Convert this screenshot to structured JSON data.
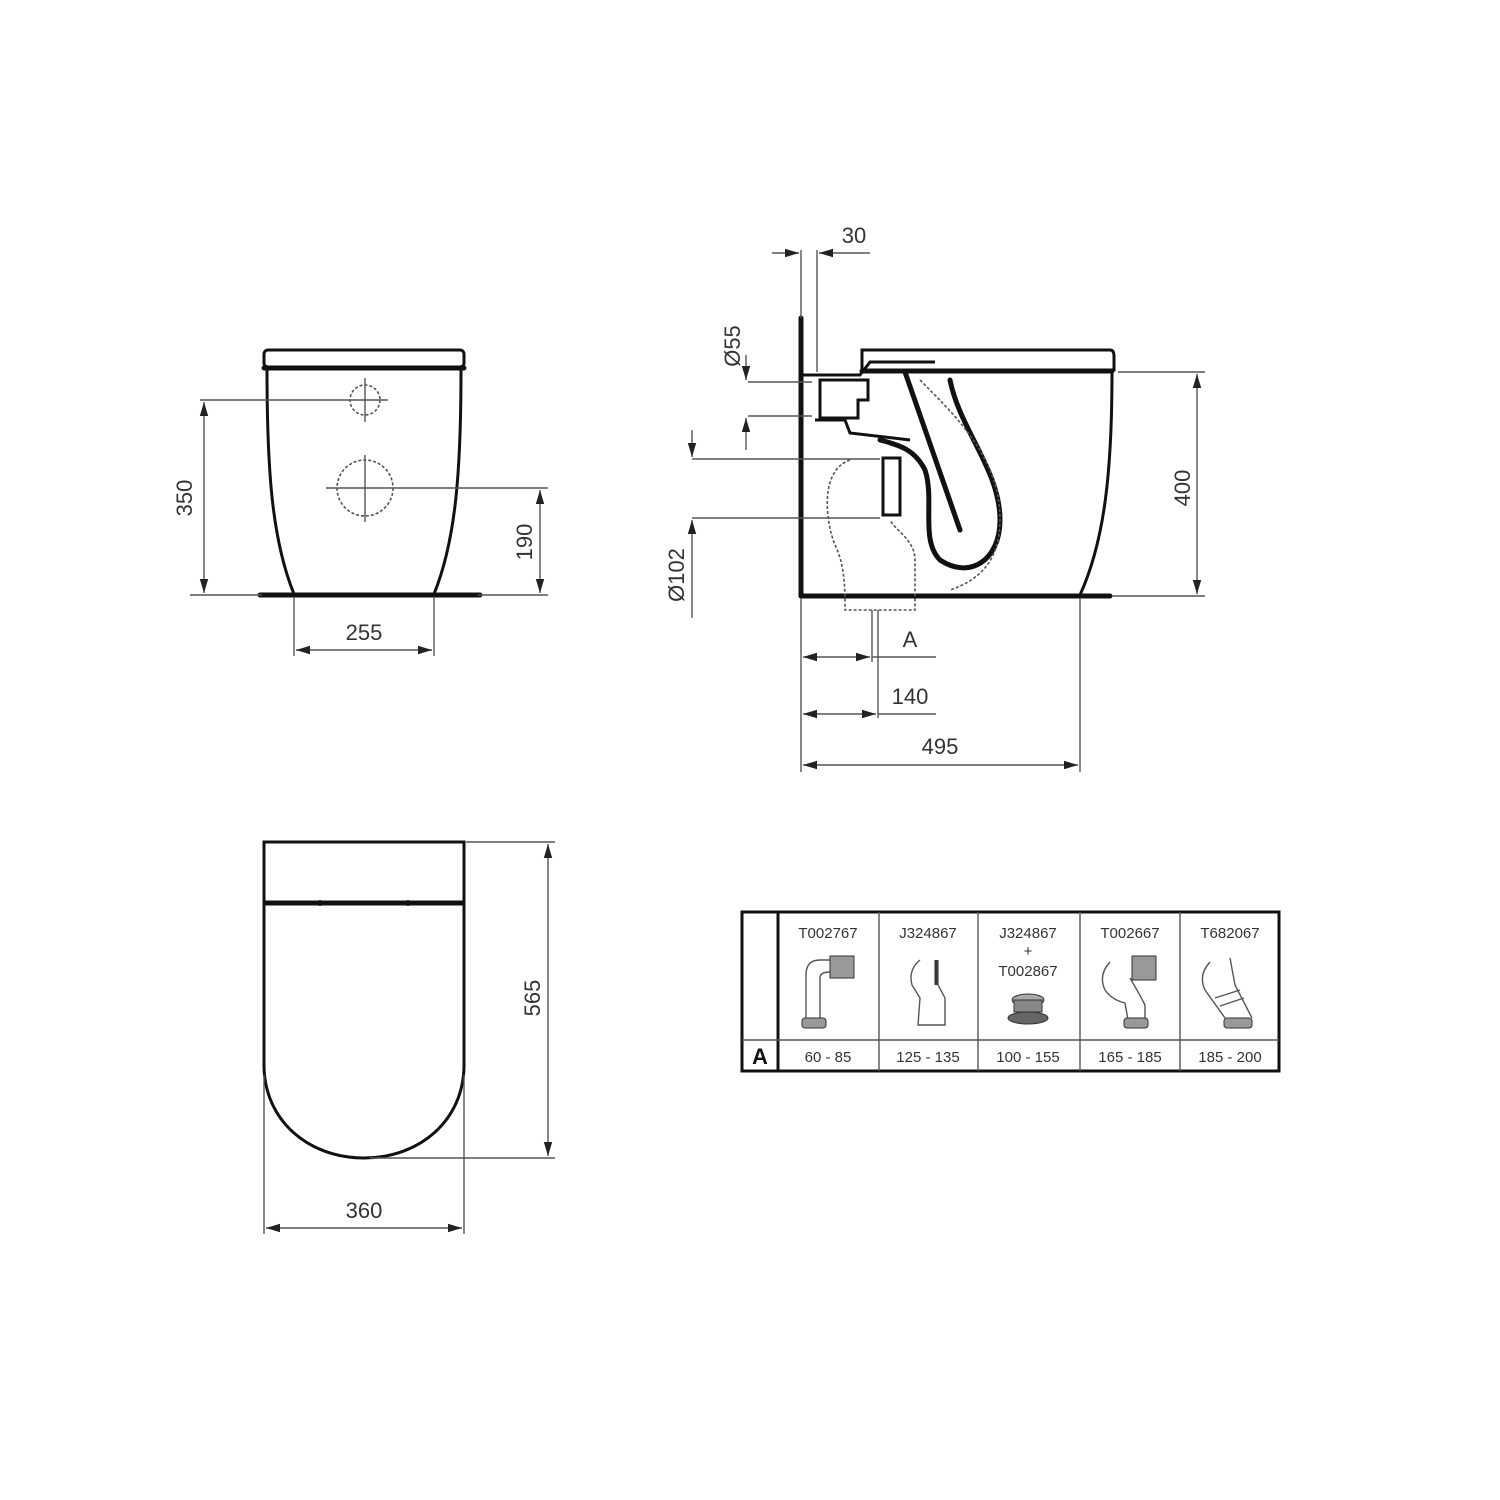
{
  "drawing": {
    "subject": "Back-to-wall toilet technical drawing",
    "units": "mm",
    "views": {
      "rear_view": {
        "dimensions": {
          "inlet_height": "350",
          "outlet_height": "190",
          "base_width": "255"
        }
      },
      "side_view": {
        "dimensions": {
          "wall_gap": "30",
          "inlet_diameter": "Ø55",
          "outlet_diameter": "Ø102",
          "height": "400",
          "outlet_offset_label": "A",
          "outlet_offset": "140",
          "depth": "495"
        }
      },
      "top_view": {
        "dimensions": {
          "length": "565",
          "width": "360"
        }
      }
    },
    "connector_table": {
      "row_label": "A",
      "columns": [
        {
          "code": "T002767",
          "code2": "",
          "range": "60 - 85",
          "icon": "elbow-connector-icon"
        },
        {
          "code": "J324867",
          "code2": "",
          "range": "125 - 135",
          "icon": "offset-connector-icon"
        },
        {
          "code": "J324867",
          "plus": "+",
          "code2": "T002867",
          "range": "100 - 155",
          "icon": "extension-collar-icon"
        },
        {
          "code": "T002667",
          "code2": "",
          "range": "165 - 185",
          "icon": "offset-elbow-connector-icon"
        },
        {
          "code": "T682067",
          "code2": "",
          "range": "185 - 200",
          "icon": "angled-connector-icon"
        }
      ]
    }
  }
}
